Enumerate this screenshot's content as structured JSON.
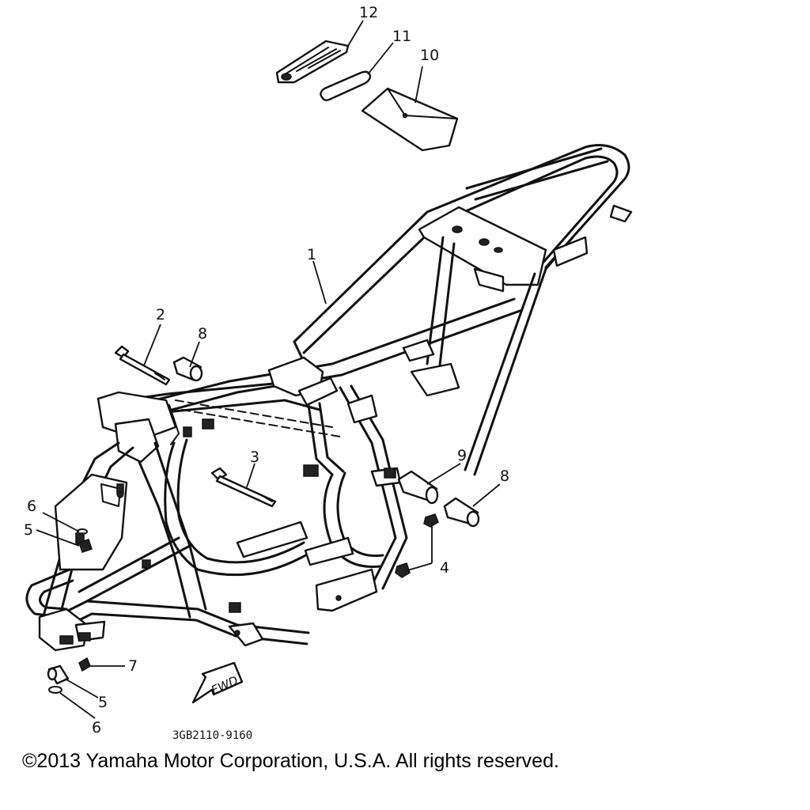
{
  "diagram": {
    "callouts": {
      "c1": "1",
      "c2": "2",
      "c3": "3",
      "c4": "4",
      "c5a": "5",
      "c5b": "5",
      "c6a": "6",
      "c6b": "6",
      "c7": "7",
      "c8a": "8",
      "c8b": "8",
      "c9": "9",
      "c10": "10",
      "c11": "11",
      "c12": "12"
    },
    "fwd_label": "FWD",
    "part_code": "3GB2110-9160"
  },
  "footer": {
    "copyright": "©2013 Yamaha Motor Corporation, U.S.A. All rights reserved."
  }
}
